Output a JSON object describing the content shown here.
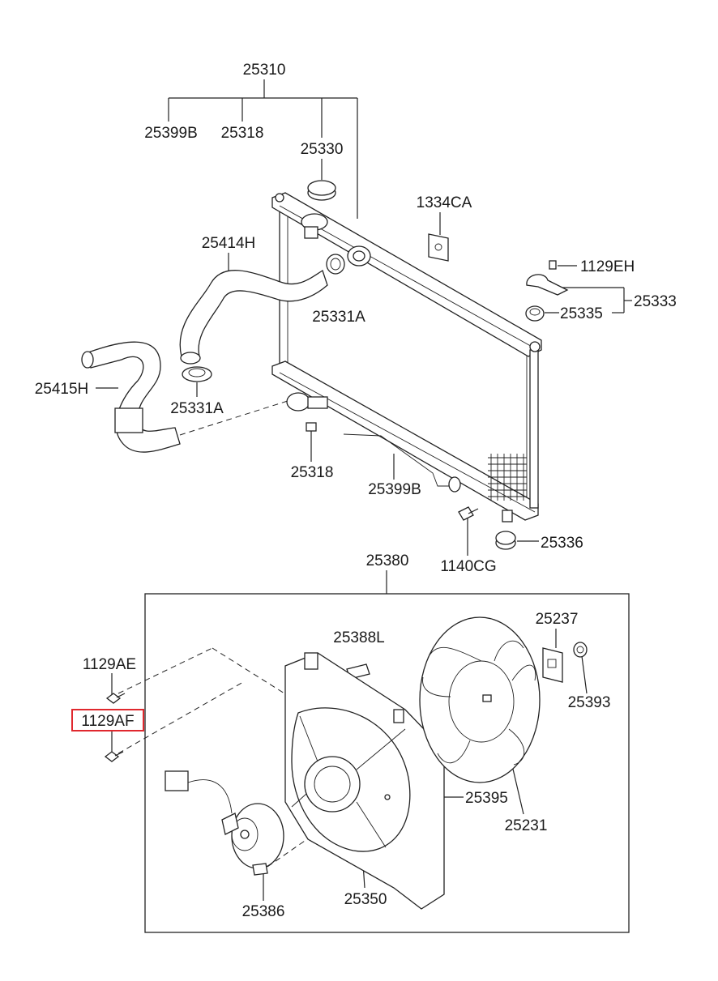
{
  "labels": {
    "l_25310": "25310",
    "l_25399B_top": "25399B",
    "l_25318_top": "25318",
    "l_25330": "25330",
    "l_1334CA": "1334CA",
    "l_25414H": "25414H",
    "l_1129EH": "1129EH",
    "l_25333": "25333",
    "l_25335": "25335",
    "l_25331A_top": "25331A",
    "l_25415H": "25415H",
    "l_25331A_bot": "25331A",
    "l_25318_bot": "25318",
    "l_25399B_bot": "25399B",
    "l_25336": "25336",
    "l_1140CG": "1140CG",
    "l_25380": "25380",
    "l_25237": "25237",
    "l_25388L": "25388L",
    "l_1129AE": "1129AE",
    "l_25393": "25393",
    "l_1129AF": "1129AF",
    "l_25395": "25395",
    "l_25231": "25231",
    "l_25386": "25386",
    "l_25350": "25350"
  },
  "highlight": {
    "part": "1129AF",
    "color": "#e0282e"
  }
}
